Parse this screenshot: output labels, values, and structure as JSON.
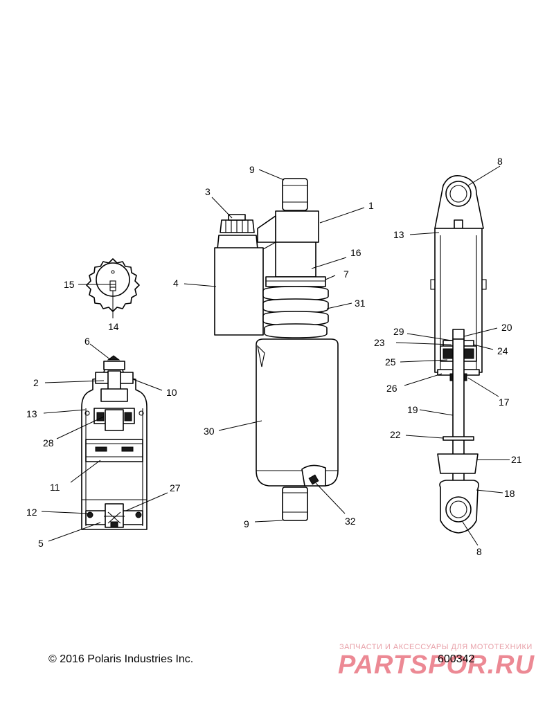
{
  "callouts": {
    "left_knob": {
      "c15": "15",
      "c14": "14"
    },
    "reservoir": {
      "c6": "6",
      "c2": "2",
      "c10": "10",
      "c13": "13",
      "c28": "28",
      "c11": "11",
      "c27": "27",
      "c12": "12",
      "c5": "5"
    },
    "center": {
      "c9_top": "9",
      "c3": "3",
      "c1": "1",
      "c16": "16",
      "c4": "4",
      "c7": "7",
      "c31": "31",
      "c30": "30",
      "c9_bottom": "9",
      "c32": "32"
    },
    "right": {
      "c8_top": "8",
      "c13": "13",
      "c29": "29",
      "c20": "20",
      "c23": "23",
      "c24": "24",
      "c25": "25",
      "c26": "26",
      "c17": "17",
      "c19": "19",
      "c22": "22",
      "c21": "21",
      "c18": "18",
      "c8_bottom": "8"
    }
  },
  "footer": {
    "copyright": "© 2016 Polaris Industries Inc.",
    "drawing_number": "600342"
  },
  "watermark": {
    "tagline": "ЗАПЧАСТИ И АКСЕССУАРЫ ДЛЯ МОТОТЕХНИКИ",
    "logo": "PARTSPOR.RU"
  },
  "colors": {
    "watermark": "#dc283c",
    "line": "#000000"
  }
}
